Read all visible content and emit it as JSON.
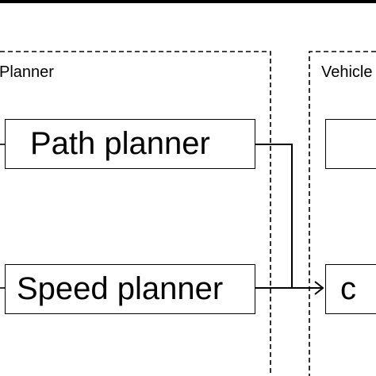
{
  "diagram": {
    "groups": [
      {
        "id": "planner",
        "label": "Planner"
      },
      {
        "id": "vehicle",
        "label": "Vehicle"
      }
    ],
    "blocks": [
      {
        "id": "path-planner",
        "label": "Path planner",
        "group": "planner"
      },
      {
        "id": "speed-planner",
        "label": "Speed planner",
        "group": "planner"
      },
      {
        "id": "vehicle-block-top",
        "label": "",
        "group": "vehicle"
      },
      {
        "id": "vehicle-block-bottom",
        "label": "c",
        "group": "vehicle"
      }
    ],
    "edges": [
      {
        "from": "path-planner",
        "to": "vehicle-block-bottom"
      },
      {
        "from": "speed-planner",
        "to": "vehicle-block-bottom"
      }
    ]
  }
}
